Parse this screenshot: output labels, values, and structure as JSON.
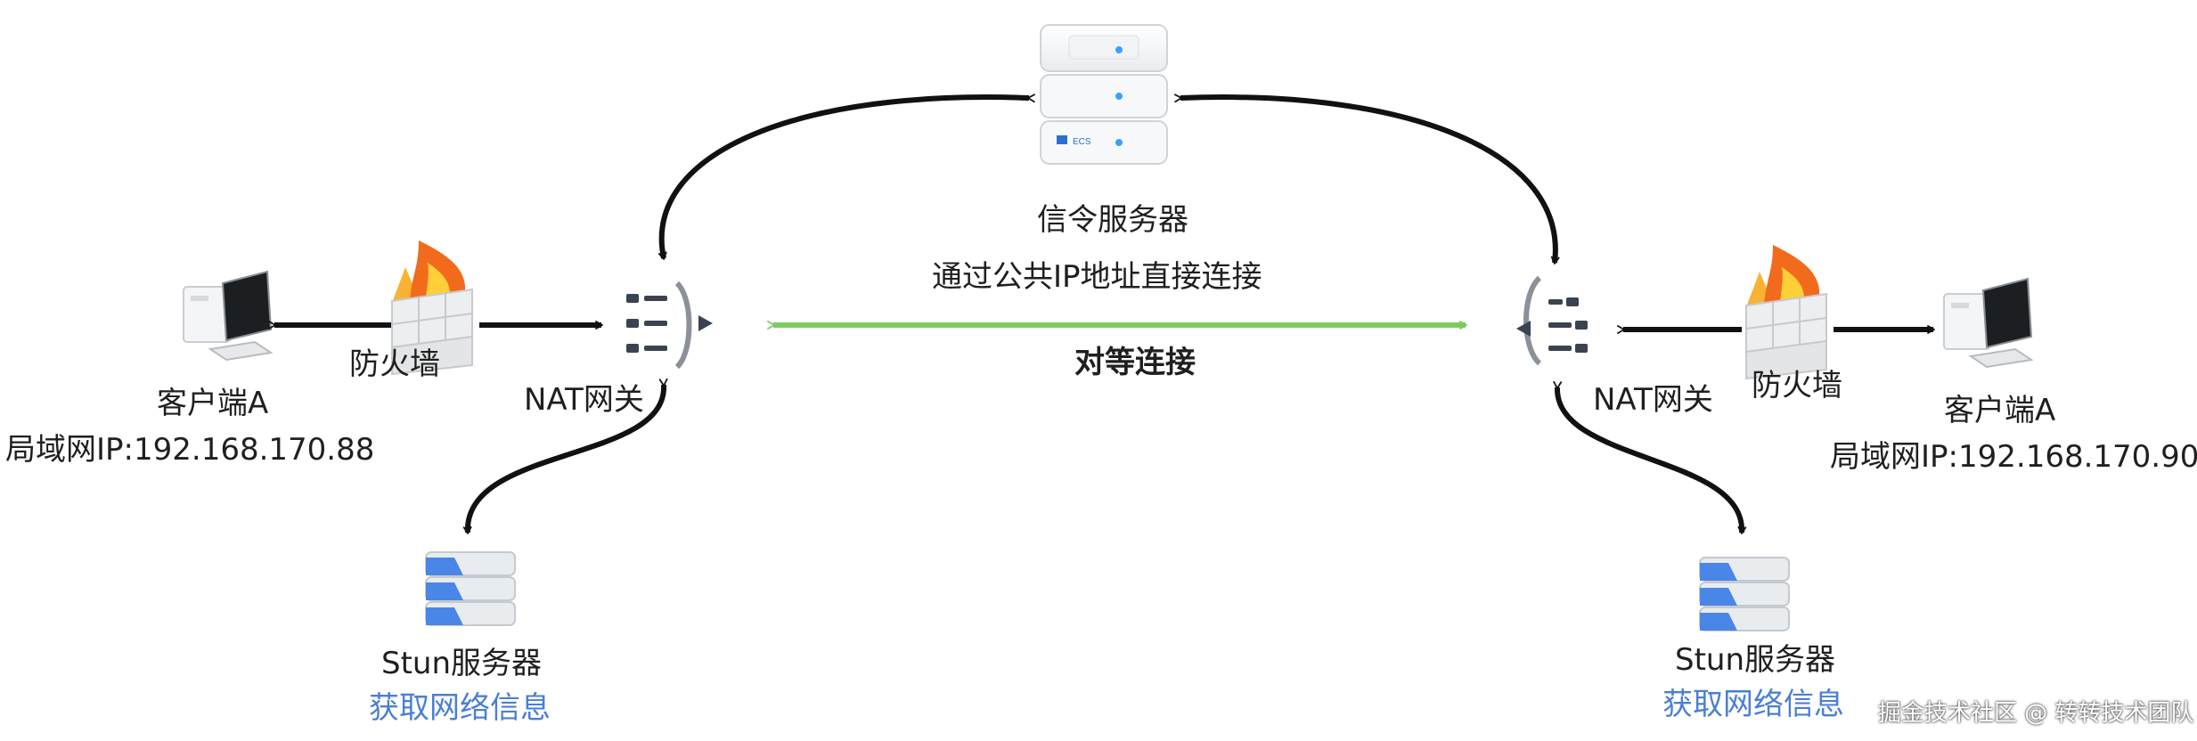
{
  "signaling_server": {
    "label": "信令服务器",
    "badge": "ECS"
  },
  "direct_connect_label": "通过公共IP地址直接连接",
  "p2p_label": "对等连接",
  "left": {
    "client_label": "客户端A",
    "client_ip": "局域网IP:192.168.170.88",
    "firewall_label": "防火墙",
    "nat_label": "NAT网关",
    "stun_label": "Stun服务器",
    "stun_sub": "获取网络信息"
  },
  "right": {
    "client_label": "客户端A",
    "client_ip": "局域网IP:192.168.170.90",
    "firewall_label": "防火墙",
    "nat_label": "NAT网关",
    "stun_label": "Stun服务器",
    "stun_sub": "获取网络信息"
  },
  "watermark": "掘金技术社区 @ 转转技术团队",
  "colors": {
    "arrow": "#111111",
    "p2p_arrow": "#7ccc5c",
    "link_text": "#4a7fd4",
    "stun_blue": "#4a86e8",
    "fire": "#f26b1d"
  }
}
